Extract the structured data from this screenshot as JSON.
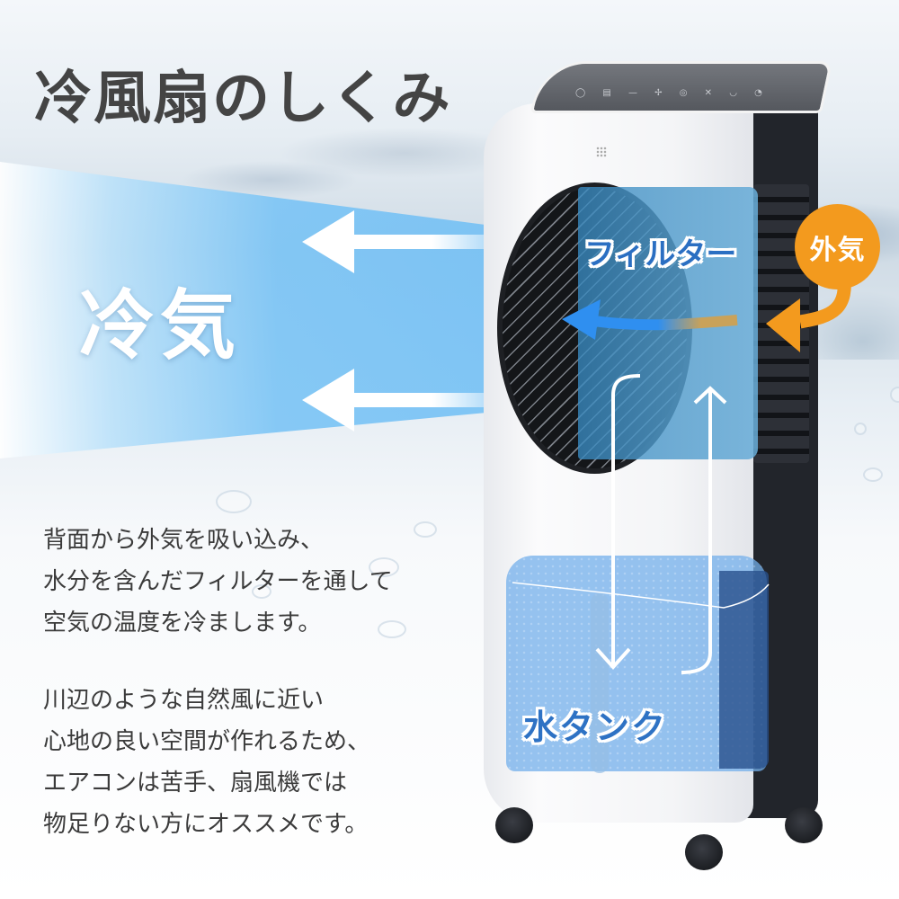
{
  "header": {
    "title": "冷風扇のしくみ"
  },
  "diagram": {
    "cold_air_label": "冷気",
    "outside_air_label": "外気",
    "filter_label": "フィルター",
    "water_tank_label": "水タンク",
    "colors": {
      "cold_air": "#6ec0f5",
      "outside_air": "#f39a1e",
      "filter_text": "#2b6fc2",
      "tank_text": "#2e72c4",
      "airflow_arrow": "#2f8ff0",
      "title_text": "#444444"
    },
    "icons": [
      "arrow-left-icon",
      "arrow-left-icon",
      "curved-arrow-orange-icon",
      "airflow-arrow-blue-icon",
      "water-down-arrow-icon",
      "water-up-arrow-icon"
    ]
  },
  "description": {
    "paragraph1": [
      "背面から外気を吸い込み、",
      "水分を含んだフィルターを通して",
      "空気の温度を冷まします。"
    ],
    "paragraph2": [
      "川辺のような自然風に近い",
      "心地の良い空間が作れるため、",
      "エアコンは苦手、扇風機では",
      "物足りない方にオススメです。"
    ]
  },
  "product": {
    "control_panel_icons": "◯ ▤ — ✢ ◎ ✕ ◡ ◔"
  }
}
